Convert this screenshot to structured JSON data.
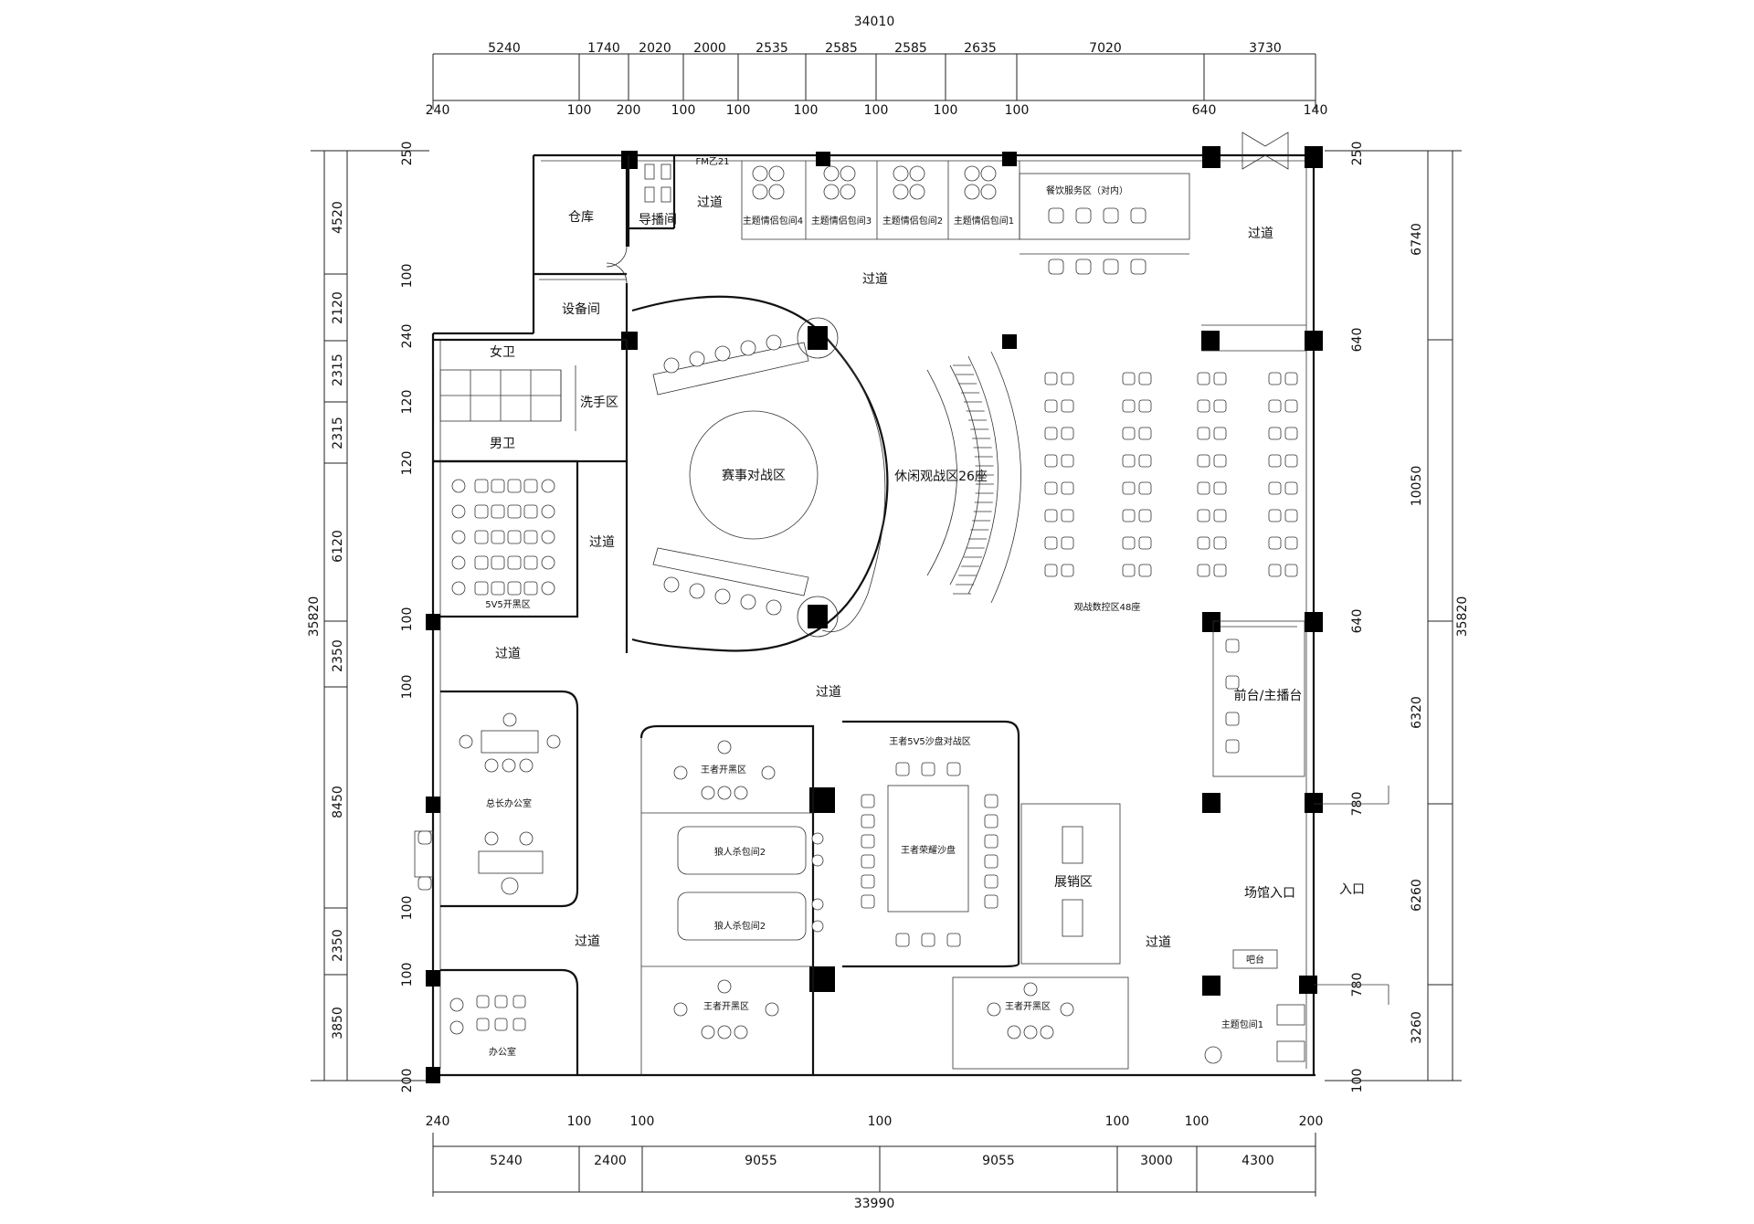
{
  "top_total": "34010",
  "top_segments": [
    "5240",
    "1740",
    "2020",
    "2000",
    "2535",
    "2585",
    "2585",
    "2635",
    "7020",
    "3730"
  ],
  "top_walls": [
    "240",
    "100",
    "200",
    "100",
    "100",
    "100",
    "100",
    "100",
    "100",
    "640",
    "140"
  ],
  "bottom_walls": [
    "240",
    "100",
    "100",
    "100",
    "100",
    "100",
    "200"
  ],
  "bottom_segments": [
    "5240",
    "2400",
    "9055",
    "9055",
    "3000",
    "4300"
  ],
  "bottom_total": "33990",
  "left_total": "35820",
  "left_segments": [
    "4520",
    "2120",
    "2315",
    "2315",
    "6120",
    "2350",
    "8450",
    "2350",
    "3850"
  ],
  "left_walls": [
    "250",
    "100",
    "240",
    "120",
    "120",
    "100",
    "100",
    "100",
    "100",
    "200"
  ],
  "right_total": "35820",
  "right_segments": [
    "6740",
    "10050",
    "6320",
    "6260",
    "3260"
  ],
  "right_walls": [
    "250",
    "640",
    "640",
    "780",
    "780",
    "100"
  ],
  "rooms": {
    "warehouse": "仓库",
    "broadcast": "导播间",
    "corridor": "过道",
    "equipment": "设备间",
    "female_wc": "女卫",
    "male_wc": "男卫",
    "washroom": "洗手区",
    "arena": "赛事对战区",
    "leisure": "休闲观战区26座",
    "spectator": "观战数控区48座",
    "catering": "餐饮服务区（对内）",
    "theme1": "主题情侣包间1",
    "theme2": "主题情侣包间2",
    "theme3": "主题情侣包间3",
    "theme4": "主题情侣包间4",
    "open5": "5V5开黑区",
    "gm_office": "总长办公室",
    "office": "办公室",
    "sandbox_area": "王者5V5沙盘对战区",
    "sandbox": "王者荣耀沙盘",
    "werewolf2": "狼人杀包间2",
    "werewolf1": "狼人杀包间2",
    "king_open_a": "王者开黑区",
    "king_open_b": "王者开黑区",
    "king_open_c": "王者开黑区",
    "exhibit": "展销区",
    "front_desk": "前台/主播台",
    "entrance_hall": "场馆入口",
    "entrance": "入口",
    "bar": "吧台",
    "theme_room": "主题包间1",
    "door_tag": "FM乙21"
  }
}
